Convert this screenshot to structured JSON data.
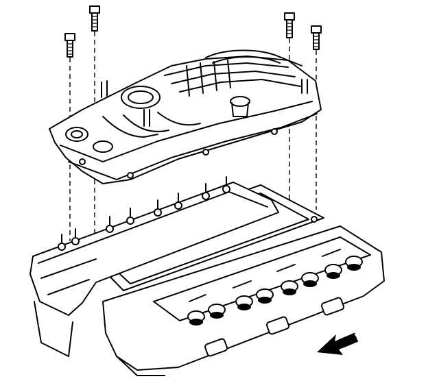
{
  "figure": {
    "background": "#ffffff",
    "ink": "#000000",
    "components": [
      "bolt-icon",
      "intake-manifold",
      "gasket",
      "cylinder-head-left",
      "cylinder-head-right",
      "front-arrow-icon"
    ],
    "bolts": 4,
    "arrow_direction": "down-left"
  }
}
